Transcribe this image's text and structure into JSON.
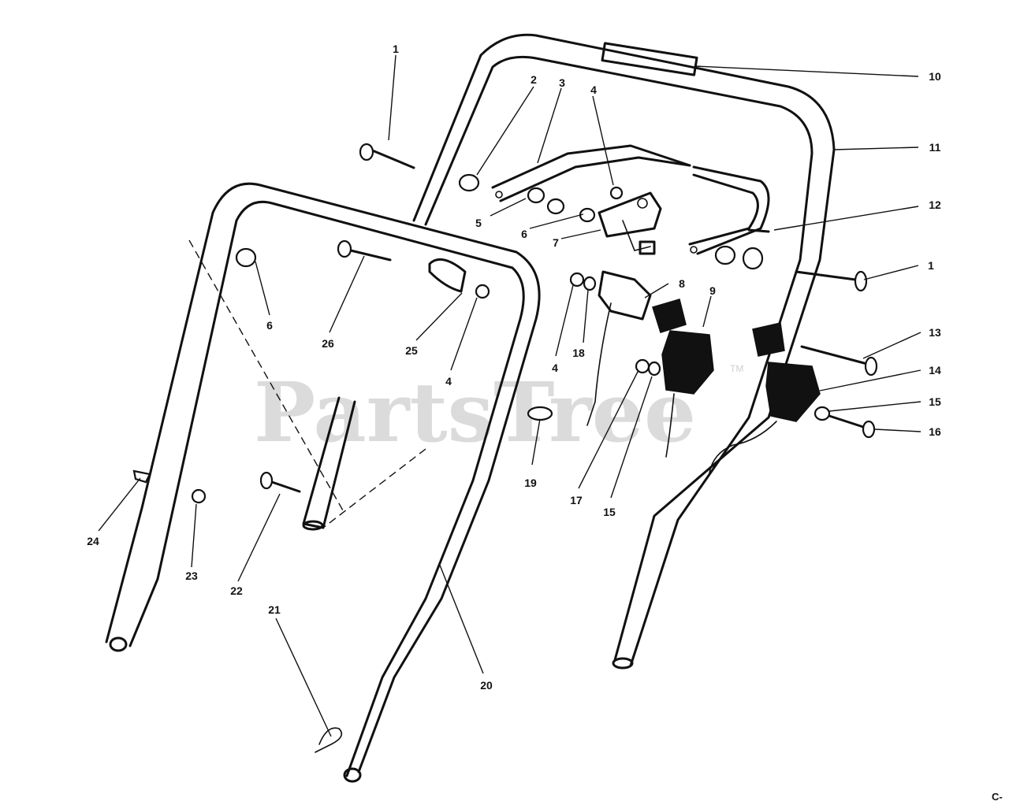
{
  "watermark": {
    "text": "PartsTree",
    "trademark": "TM"
  },
  "corner_label": "C-",
  "callouts": [
    "1",
    "2",
    "3",
    "4",
    "5",
    "6",
    "7",
    "1",
    "8",
    "9",
    "10",
    "11",
    "12",
    "13",
    "14",
    "15",
    "16",
    "15",
    "17",
    "18",
    "4",
    "19",
    "6",
    "26",
    "25",
    "4",
    "24",
    "23",
    "22",
    "21",
    "20"
  ]
}
